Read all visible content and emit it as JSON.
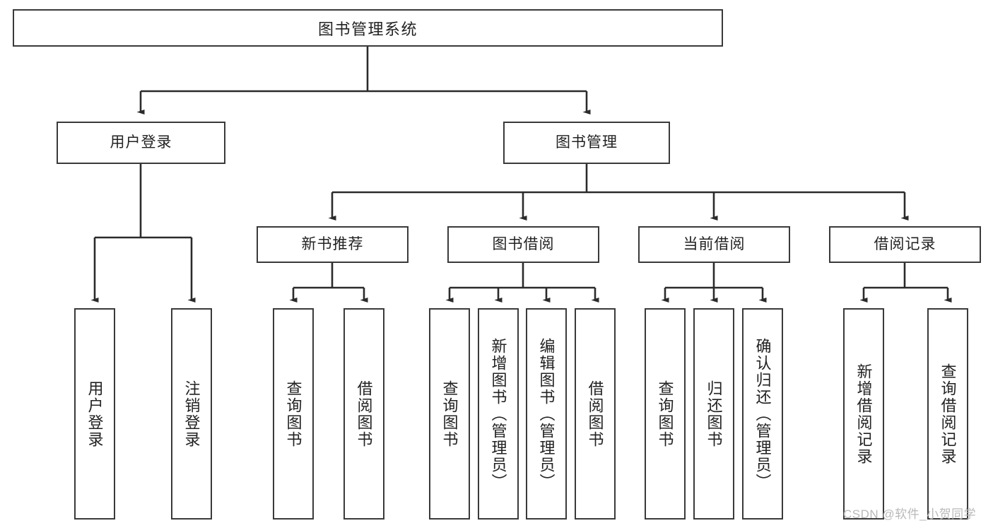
{
  "diagram": {
    "type": "tree-hierarchy-diagram",
    "title": "图书管理系统",
    "watermark": "CSDN @软件_小贺同学",
    "colors": {
      "box_border": "#3a3a3a",
      "box_fill": "#ffffff",
      "edge": "#2b2b2b",
      "text": "#222222",
      "watermark": "#b9b9b9",
      "background": "#ffffff"
    },
    "nodes": {
      "root": {
        "label": "图书管理系统"
      },
      "level1": [
        {
          "id": "user-login",
          "label": "用户登录"
        },
        {
          "id": "book-management",
          "label": "图书管理"
        }
      ],
      "level2": [
        {
          "id": "new-book-recommend",
          "label": "新书推荐",
          "parent": "book-management"
        },
        {
          "id": "book-borrow",
          "label": "图书借阅",
          "parent": "book-management"
        },
        {
          "id": "current-borrow",
          "label": "当前借阅",
          "parent": "book-management"
        },
        {
          "id": "borrow-record",
          "label": "借阅记录",
          "parent": "book-management"
        }
      ],
      "leaves": [
        {
          "id": "leaf-user-login",
          "label": "用户登录",
          "parent": "user-login"
        },
        {
          "id": "leaf-logout",
          "label": "注销登录",
          "parent": "user-login"
        },
        {
          "id": "leaf-query-book-1",
          "label": "查询图书",
          "parent": "new-book-recommend"
        },
        {
          "id": "leaf-borrow-book-1",
          "label": "借阅图书",
          "parent": "new-book-recommend"
        },
        {
          "id": "leaf-query-book-2",
          "label": "查询图书",
          "parent": "book-borrow"
        },
        {
          "id": "leaf-add-book",
          "label": "新增图书（管理员）",
          "parent": "book-borrow"
        },
        {
          "id": "leaf-edit-book",
          "label": "编辑图书（管理员）",
          "parent": "book-borrow"
        },
        {
          "id": "leaf-borrow-book-2",
          "label": "借阅图书",
          "parent": "book-borrow"
        },
        {
          "id": "leaf-query-book-3",
          "label": "查询图书",
          "parent": "current-borrow"
        },
        {
          "id": "leaf-return-book",
          "label": "归还图书",
          "parent": "current-borrow"
        },
        {
          "id": "leaf-confirm-return",
          "label": "确认归还（管理员）",
          "parent": "current-borrow"
        },
        {
          "id": "leaf-add-record",
          "label": "新增借阅记录",
          "parent": "borrow-record"
        },
        {
          "id": "leaf-query-record",
          "label": "查询借阅记录",
          "parent": "borrow-record"
        }
      ]
    }
  }
}
